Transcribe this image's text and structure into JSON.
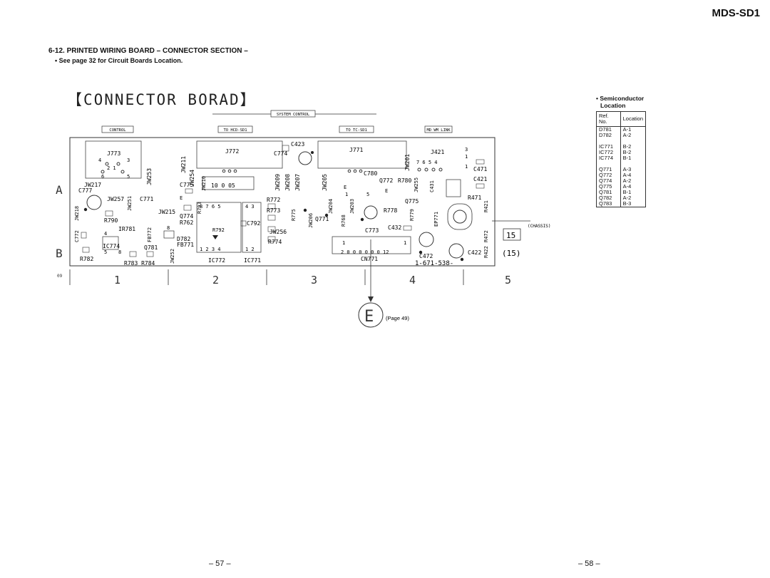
{
  "header": {
    "model": "MDS-SD1",
    "section_title": "6-12. PRINTED WIRING BOARD – CONNECTOR SECTION –",
    "section_sub": "• See page 32 for Circuit Boards Location."
  },
  "board": {
    "title": "【CONNECTOR BORAD】",
    "part_number": "1-671-538-",
    "chassis": "(CHASSIS)",
    "page_ref": "(Page 49)",
    "ref_letter": "E",
    "corner_code": "09",
    "labels_top": [
      "CONTROL",
      "TO HCD-SD1",
      "SYSTEM CONTROL",
      "TO TC-SD1",
      "MD WM LINK"
    ],
    "row_labels": [
      "A",
      "B"
    ],
    "col_labels": [
      "1",
      "2",
      "3",
      "4",
      "5"
    ],
    "marks_15": [
      "15",
      "(15)"
    ]
  },
  "semiconductor": {
    "title_line1": "• Semiconductor",
    "title_line2": "Location",
    "col_ref": "Ref. No.",
    "col_loc": "Location",
    "rows": [
      [
        "D781",
        "A-1"
      ],
      [
        "D782",
        "A-2"
      ],
      [
        "",
        ""
      ],
      [
        "IC771",
        "B-2"
      ],
      [
        "IC772",
        "B-2"
      ],
      [
        "IC774",
        "B-1"
      ],
      [
        "",
        ""
      ],
      [
        "Q771",
        "A-3"
      ],
      [
        "Q772",
        "A-4"
      ],
      [
        "Q774",
        "A-2"
      ],
      [
        "Q775",
        "A-4"
      ],
      [
        "Q781",
        "B-1"
      ],
      [
        "Q782",
        "A-2"
      ],
      [
        "Q783",
        "B-3"
      ]
    ]
  },
  "footer": {
    "left_page": "– 57 –",
    "right_page": "– 58 –"
  }
}
